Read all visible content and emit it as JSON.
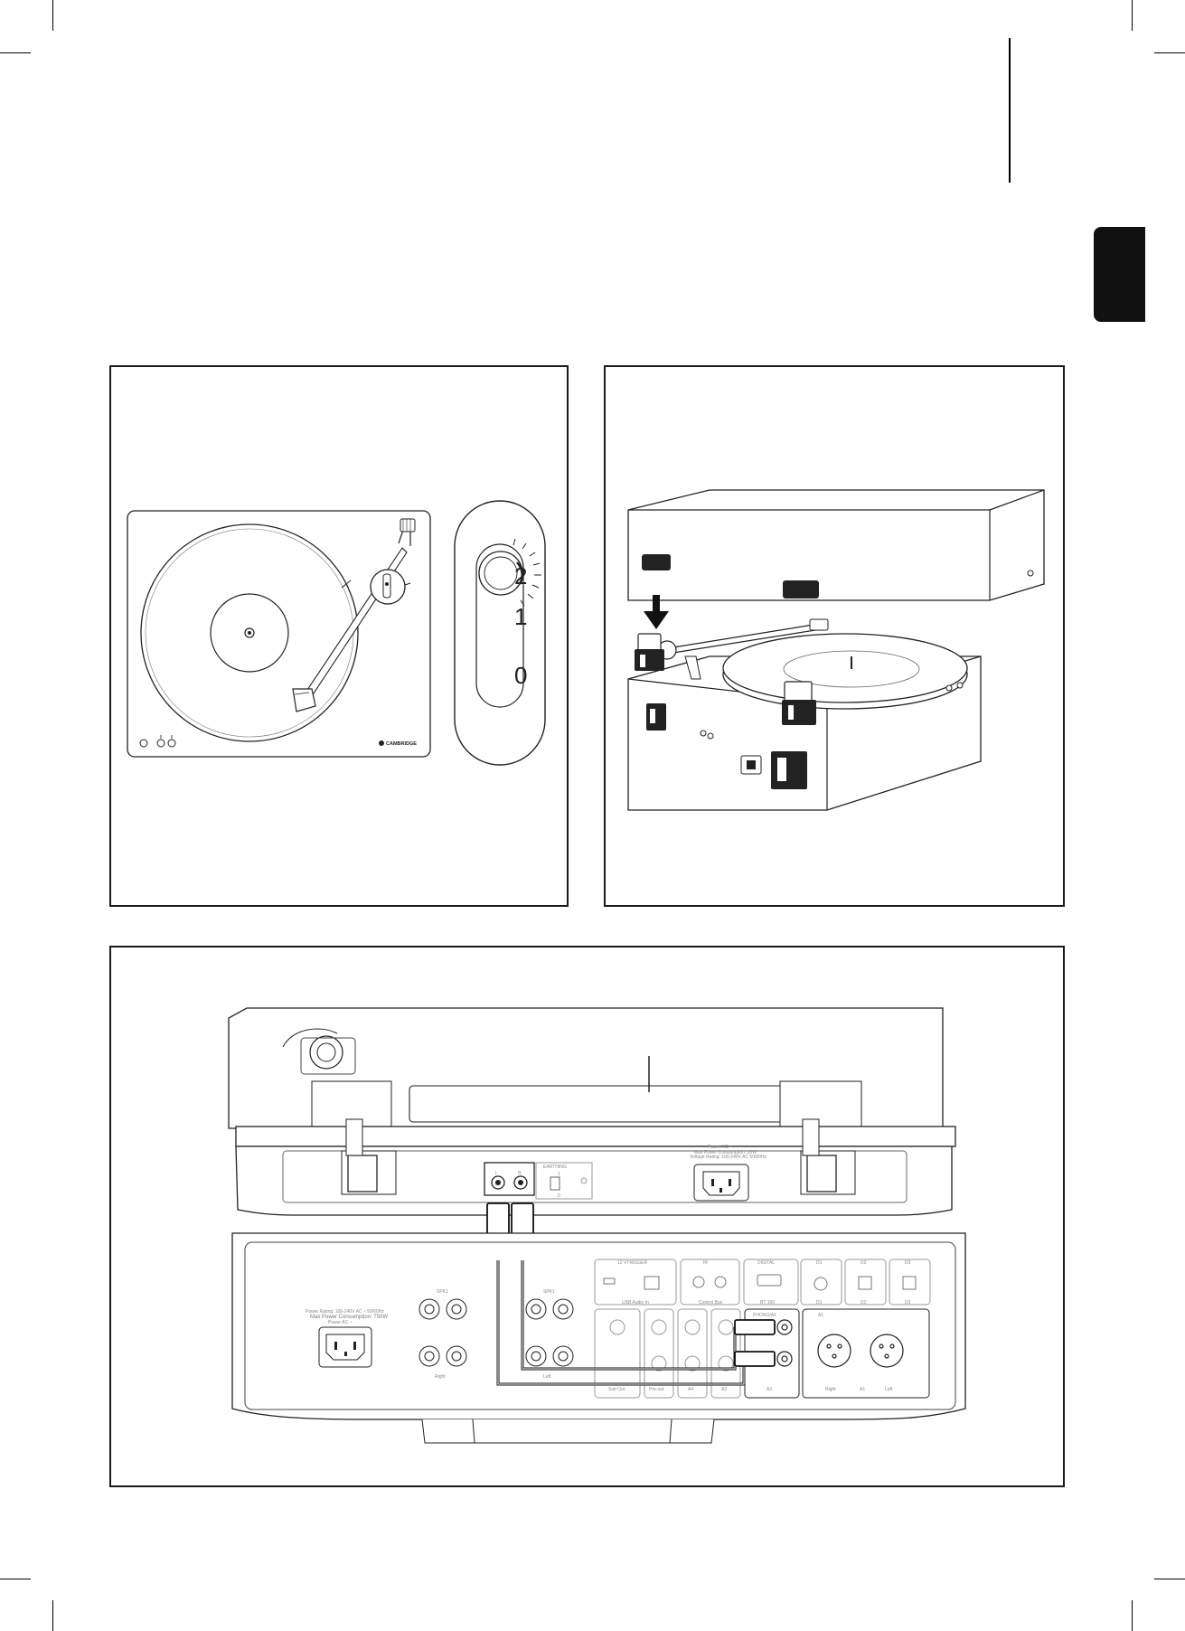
{
  "speed_selector": {
    "positions": [
      "2",
      "1",
      "0"
    ]
  },
  "turntable": {
    "brand": "CAMBRIDGE"
  },
  "turntable_rear": {
    "jack_left": "L",
    "jack_right": "R",
    "earth_switch_title": "EARTHING",
    "earth_positions": [
      "1",
      "0"
    ],
    "power_title": "Power AC ~",
    "power_lines": [
      "Max Power Consumption: 10W",
      "Voltage Rating: 100-240V AC 50/60Hz"
    ]
  },
  "amplifier_rear": {
    "power_lines": [
      "Power Rating: 100-240V AC ~ 50/60Hz",
      "Max Power Consumption: 750W",
      "Power AC ~"
    ],
    "speaker_sets": [
      "SPK1",
      "SPK1"
    ],
    "speaker_labels": [
      "Right",
      "Left"
    ],
    "section_headers": [
      "12 VTRIGGER",
      "IR",
      "DIGITAL",
      "D1",
      "D2",
      "D3",
      "A1"
    ],
    "bottom_labels": [
      "USB Audio In",
      "Control Bus",
      "BT 100",
      "D1",
      "D2",
      "D3",
      "Sub Out",
      "Pre-out",
      "A4",
      "A3",
      "A2",
      "A1",
      "Right",
      "Left"
    ],
    "phono_label": "PHONO/A2"
  }
}
